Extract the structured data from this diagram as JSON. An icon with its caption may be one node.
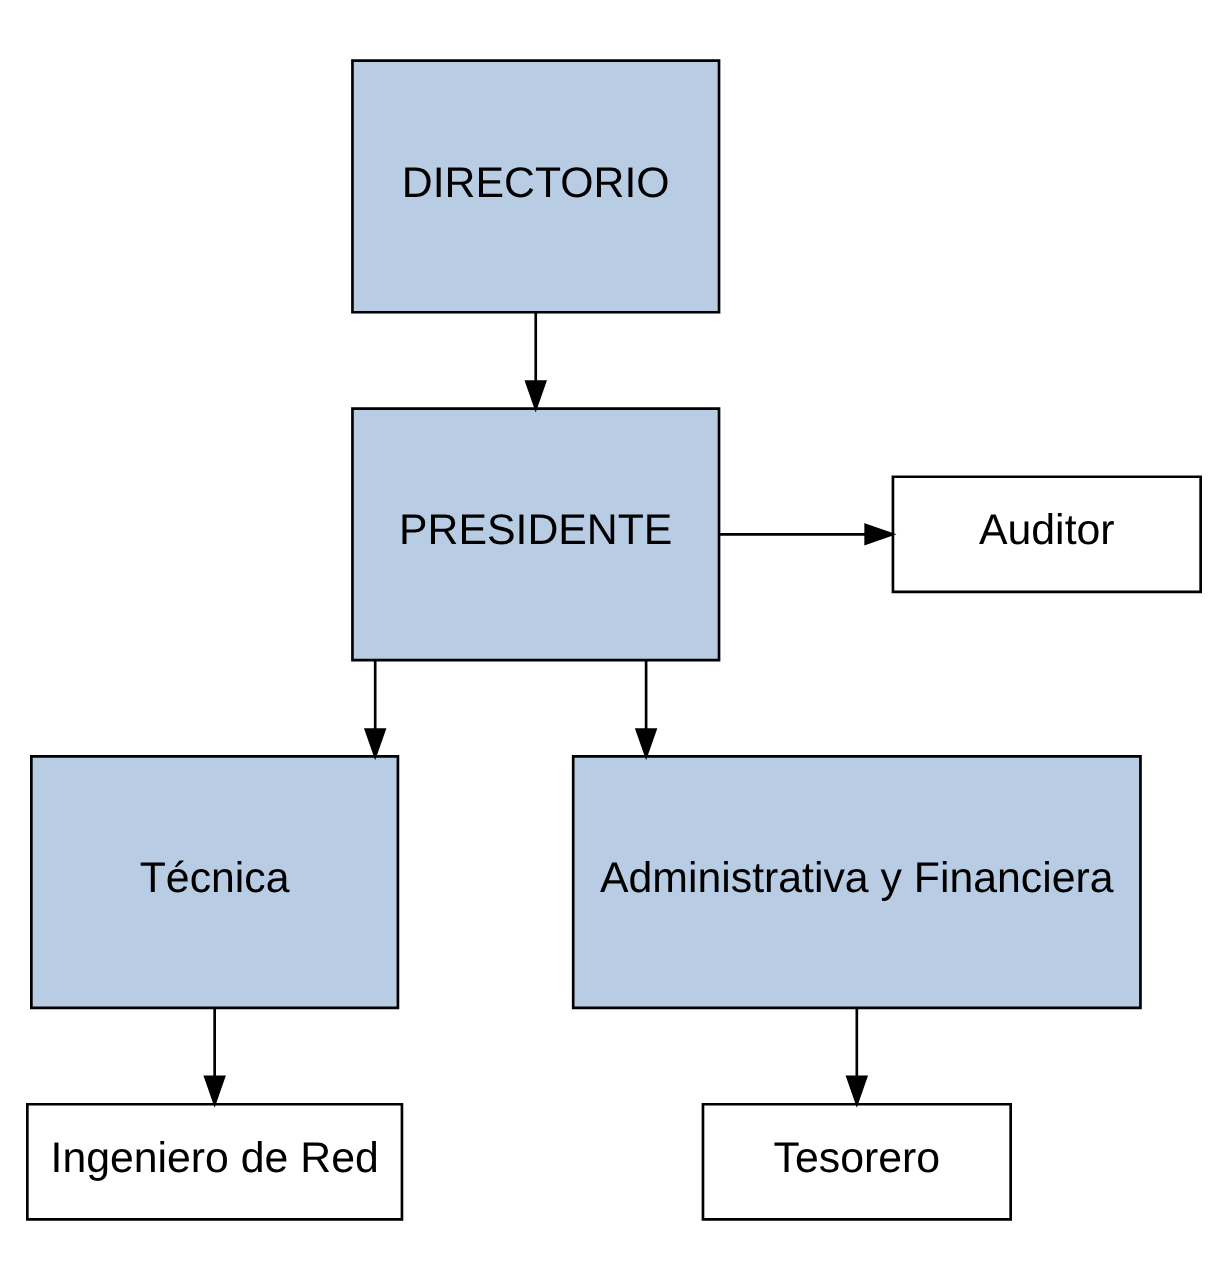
{
  "diagram": {
    "nodes": [
      {
        "text": [
          "DIRECTORIO"
        ]
      },
      {
        "text": [
          "PRESIDENTE"
        ]
      },
      {
        "text": [
          "Auditor"
        ]
      },
      {
        "text": [
          "Técnica"
        ]
      },
      {
        "text": [
          "Administrativa y Financiera"
        ]
      },
      {
        "text": [
          "Ingeniero de Red"
        ]
      },
      {
        "text": [
          "Tesorero"
        ]
      }
    ],
    "edges": [
      {
        "from": 0,
        "to": 1,
        "arrow": "to"
      },
      {
        "from": 1,
        "to": 2,
        "arrow": "to"
      },
      {
        "from": 1,
        "to": 3,
        "arrow": "to"
      },
      {
        "from": 1,
        "to": 4,
        "arrow": "to"
      },
      {
        "from": 3,
        "to": 5,
        "arrow": "to"
      },
      {
        "from": 4,
        "to": 6,
        "arrow": "to"
      }
    ]
  }
}
